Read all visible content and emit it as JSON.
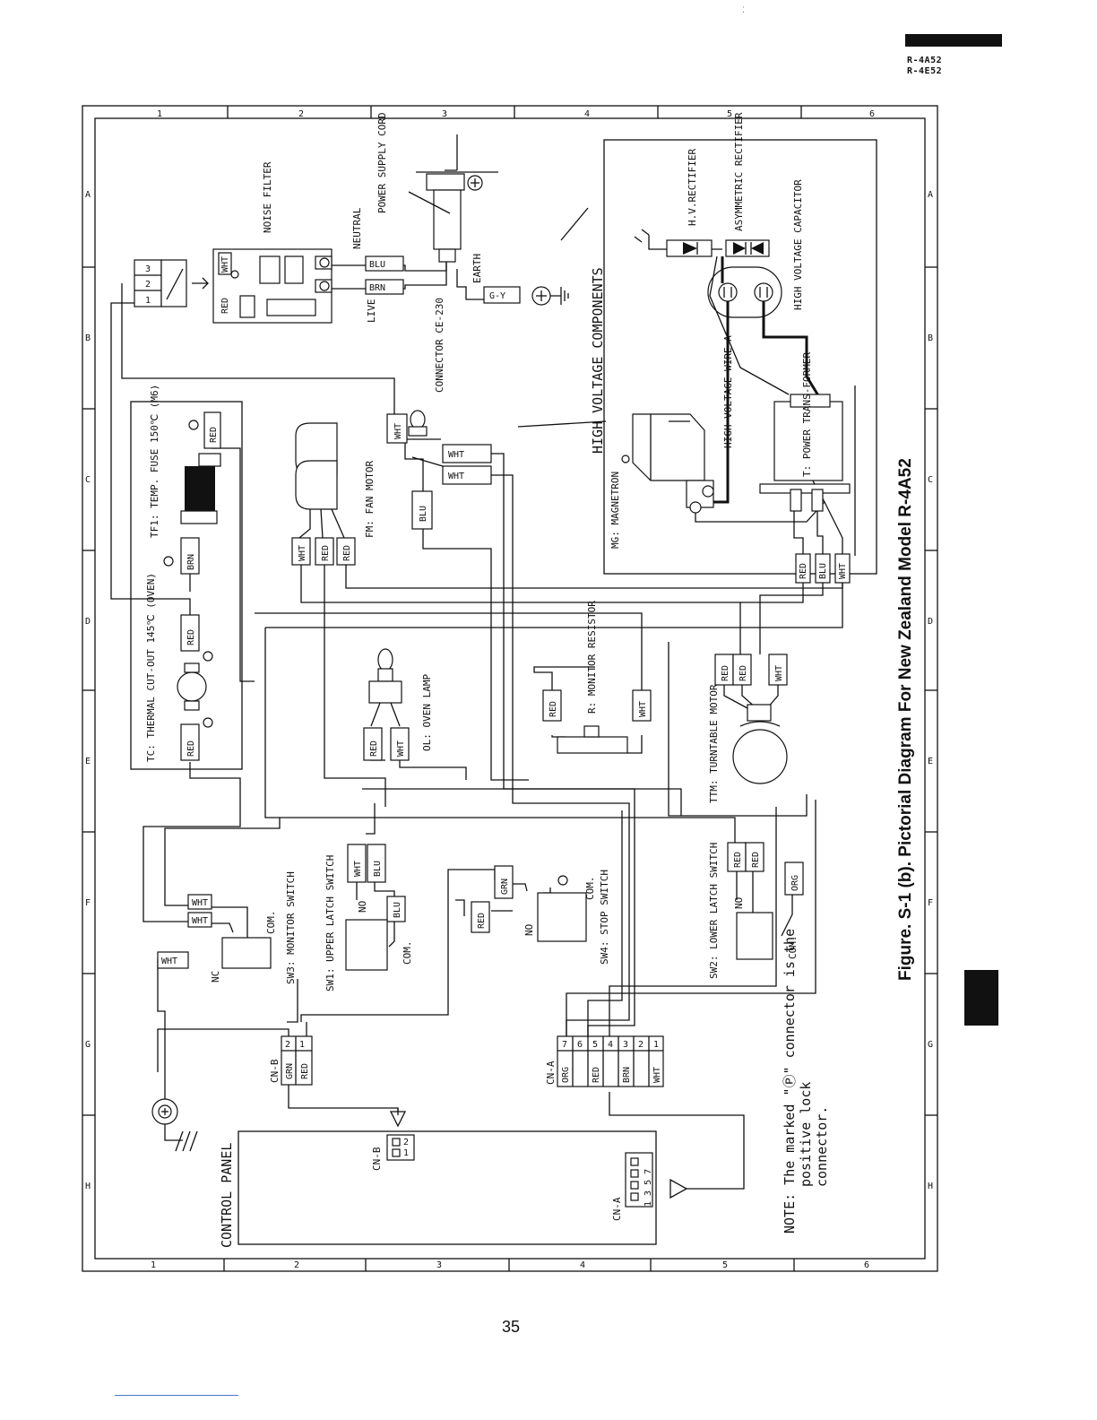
{
  "header": {
    "model_1": "R-4A52",
    "model_2": "R-4E52"
  },
  "page_number": "35",
  "figure": {
    "caption": "Figure. S-1 (b). Pictorial Diagram For New Zealand Model R-4A52"
  },
  "grid": {
    "columns": [
      "1",
      "2",
      "3",
      "4",
      "5",
      "6"
    ],
    "rows": [
      "A",
      "B",
      "C",
      "D",
      "E",
      "F",
      "G",
      "H"
    ]
  },
  "components": {
    "power_cord": "POWER SUPPLY CORD",
    "noise_filter": "NOISE FILTER",
    "neutral": "NEUTRAL",
    "live": "LIVE",
    "earth": "EARTH",
    "connector_ce": "CONNECTOR CE-230",
    "temp_fuse": "TF1: TEMP. FUSE 150℃ (M6)",
    "fan_motor": "FM: FAN MOTOR",
    "thermal_cutout": "TC: THERMAL CUT-OUT 145℃ (OVEN)",
    "oven_lamp": "OL: OVEN LAMP",
    "monitor_resistor": "R: MONITOR RESISTOR",
    "turntable_motor": "TTM: TURNTABLE MOTOR",
    "hv_components": "HIGH VOLTAGE COMPONENTS",
    "hv_rectifier": "H.V.RECTIFIER",
    "asym_rectifier": "ASYMMETRIC RECTIFIER",
    "hv_capacitor": "HIGH VOLTAGE CAPACITOR",
    "hv_wire": "HIGH VOLTAGE WIRE A",
    "magnetron": "MG: MAGNETRON",
    "power_transformer": "T: POWER TRANS-FORMER",
    "sw3": "SW3: MONITOR SWITCH",
    "sw1": "SW1: UPPER LATCH SWITCH",
    "sw4": "SW4: STOP SWITCH",
    "sw2": "SW2: LOWER LATCH SWITCH",
    "control_panel": "CONTROL PANEL",
    "cn_a": "CN-A",
    "cn_b": "CN-B"
  },
  "terminals": {
    "com": "COM.",
    "no": "NO",
    "nc": "NC"
  },
  "wire_colors": {
    "red": "RED",
    "wht": "WHT",
    "blu": "BLU",
    "brn": "BRN",
    "grn": "GRN",
    "org": "ORG",
    "gry": "G-Y"
  },
  "connectors": {
    "cn_a_pins": [
      "7",
      "6",
      "5",
      "4",
      "3",
      "2",
      "1"
    ],
    "cn_a_colors": [
      "ORG",
      "",
      "RED",
      "",
      "BRN",
      "",
      "WHT"
    ],
    "cn_b_pins": [
      "2",
      "1"
    ],
    "cn_b_colors": [
      "GRN",
      "RED"
    ],
    "cn_a_panel_pins": "1 3 5 7",
    "filter_pins": [
      "1",
      "2",
      "3"
    ]
  },
  "note": {
    "line1": "NOTE: The marked \"Ⓟ\" connector is the",
    "line2": "positive lock",
    "line3": "connector."
  }
}
